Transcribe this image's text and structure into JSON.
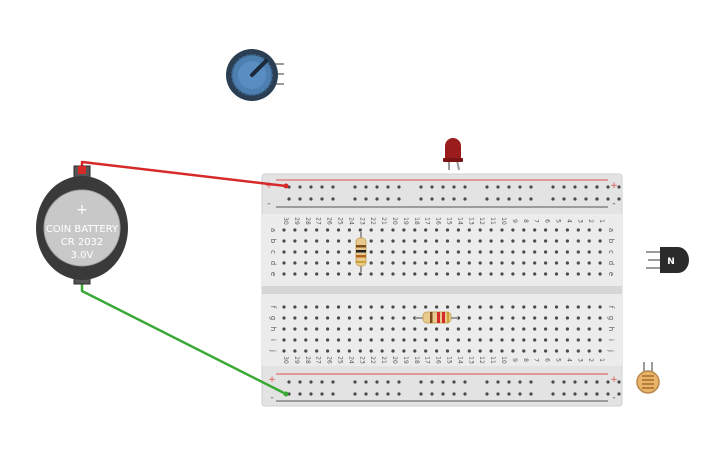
{
  "battery": {
    "line1": "COIN BATTERY",
    "line2": "CR 2032",
    "line3": "3.0V",
    "plus": "+"
  },
  "breadboard": {
    "rail_plus": "+",
    "rail_minus": "-",
    "columns": [
      "30",
      "29",
      "28",
      "27",
      "26",
      "25",
      "24",
      "23",
      "22",
      "21",
      "20",
      "19",
      "18",
      "17",
      "16",
      "15",
      "14",
      "13",
      "12",
      "11",
      "10",
      "9",
      "8",
      "7",
      "6",
      "5",
      "4",
      "3",
      "2",
      "1"
    ],
    "rows_top": [
      "a",
      "b",
      "c",
      "d",
      "e"
    ],
    "rows_bottom": [
      "f",
      "g",
      "h",
      "i",
      "j"
    ]
  },
  "transistor": {
    "mark": "N"
  },
  "colors": {
    "wire_red": "#d62a2a",
    "wire_green": "#3aa835",
    "board": "#e3e3e3",
    "hole": "#4a4a4a",
    "rail_red": "#d9534f",
    "rail_black": "#555555",
    "pot_blue": "#2f5f8a",
    "led_red": "#9b1c1c",
    "battery_dark": "#3a3a3a"
  }
}
